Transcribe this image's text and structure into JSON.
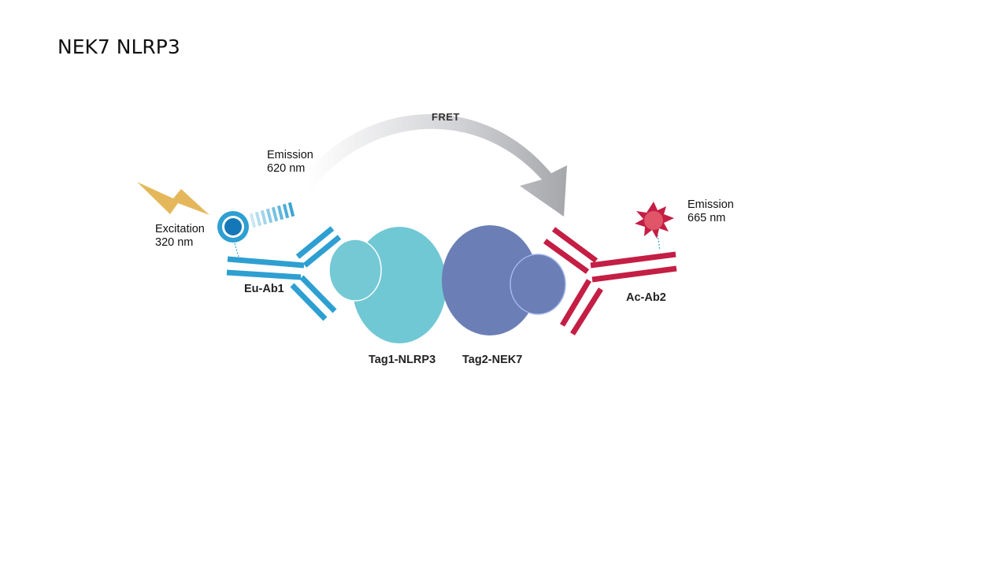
{
  "slide": {
    "title": "NEK7 NLRP3"
  },
  "diagram": {
    "fret_label": "FRET",
    "excitation": {
      "line1": "Excitation",
      "line2": "320 nm"
    },
    "emission_donor": {
      "line1": "Emission",
      "line2": "620 nm"
    },
    "emission_acceptor": {
      "line1": "Emission",
      "line2": "665 nm"
    },
    "donor_antibody_label": "Eu-Ab1",
    "acceptor_antibody_label": "Ac-Ab2",
    "protein1_label": "Tag1-NLRP3",
    "protein2_label": "Tag2-NEK7"
  },
  "colors": {
    "donor_blue": "#2e9fd1",
    "acceptor_red": "#c41e44",
    "nlrp3_teal": "#70c8d4",
    "nek7_purple": "#6b7fb6",
    "lightning_gold": "#e4b85a",
    "fret_arrow_gray": "#a8a9ad"
  }
}
